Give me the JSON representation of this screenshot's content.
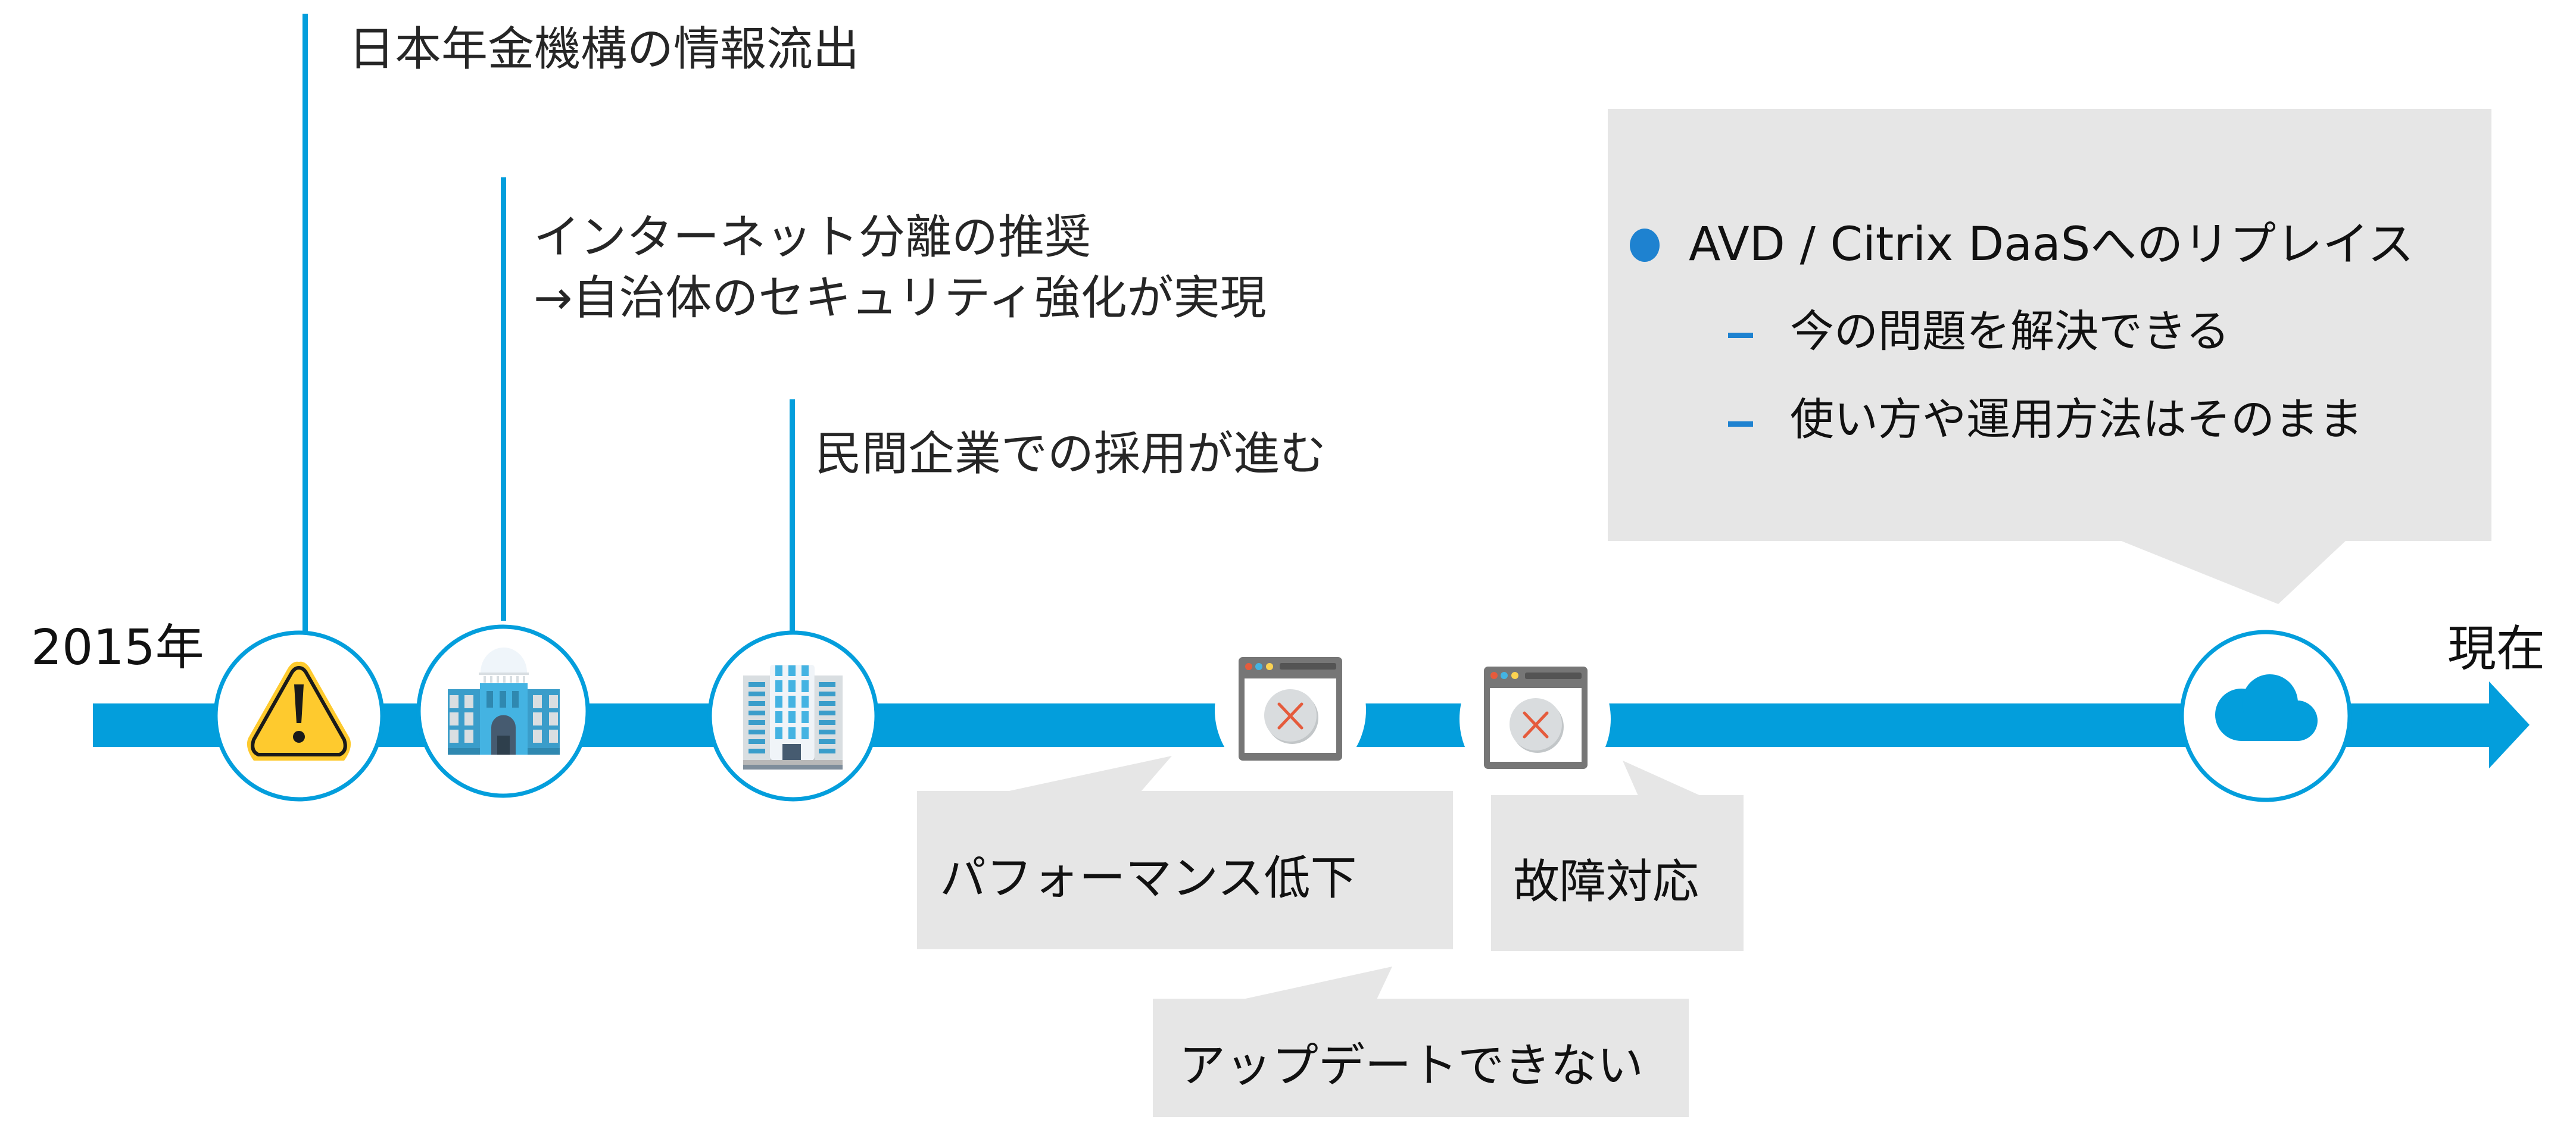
{
  "colors": {
    "timeline_blue": "#039EDC",
    "callout_gray": "#E6E6E6",
    "bullet_blue": "#1E82D0",
    "text": "#262626"
  },
  "timeline": {
    "start_label": "2015年",
    "end_label": "現在"
  },
  "events": [
    {
      "icon": "warning-icon",
      "label": "日本年金機構の情報流出"
    },
    {
      "icon": "government-building-icon",
      "label_line1": "インターネット分離の推奨",
      "label_line2": "→自治体のセキュリティ強化が実現"
    },
    {
      "icon": "office-building-icon",
      "label": "民間企業での採用が進む"
    }
  ],
  "problems": [
    {
      "icon": "browser-error-icon",
      "label": "パフォーマンス低下"
    },
    {
      "icon": "browser-error-icon",
      "label": "故障対応"
    },
    {
      "label": "アップデートできない"
    }
  ],
  "solution": {
    "icon": "cloud-icon",
    "main": "AVD / Citrix DaaSへのリプレイス",
    "subs": [
      "今の問題を解決できる",
      "使い方や運用方法はそのまま"
    ]
  }
}
